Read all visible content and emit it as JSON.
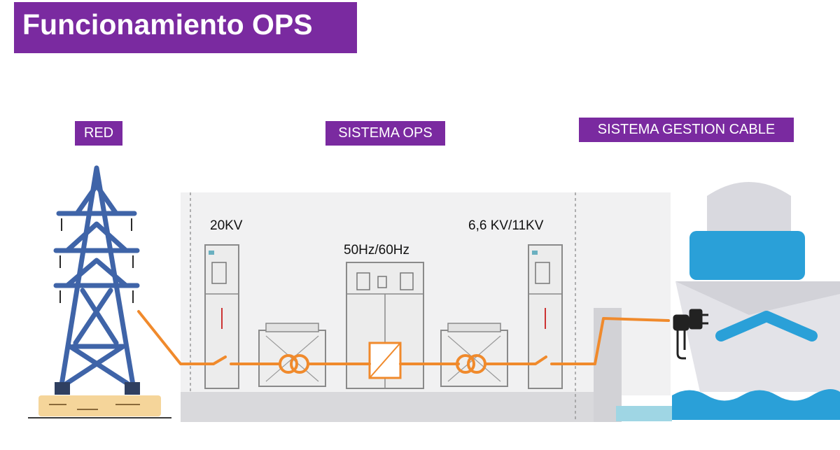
{
  "title": "Funcionamiento OPS",
  "sections": {
    "red": "RED",
    "ops": "SISTEMA OPS",
    "cable": "SISTEMA GESTION CABLE"
  },
  "labels": {
    "voltage_in": "20KV",
    "frequency": "50Hz/60Hz",
    "voltage_out": "6,6 KV/11KV"
  },
  "colors": {
    "title_bg": "#7a2aa0",
    "cable": "#f08a2c",
    "tower": "#3f64a8",
    "ship_blue": "#2aa0d8",
    "ship_hull": "#e3e3e8"
  }
}
